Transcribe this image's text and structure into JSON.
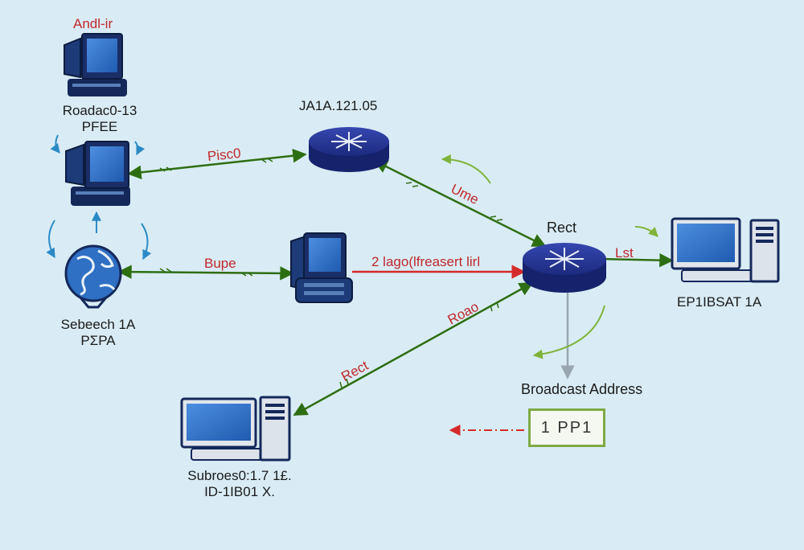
{
  "nodes": {
    "top_laptop": {
      "name": "Andl-ir",
      "label_line1": "Roadac0-13",
      "label_line2": "PFEE"
    },
    "globe": {
      "label_line1": "Sebeech 1A",
      "label_line2": "PΣPA"
    },
    "router_top": {
      "label": "JA1A.121.05"
    },
    "router_main": {
      "label": "Rect"
    },
    "desktop_right": {
      "label": "EP1IBSAT 1A"
    },
    "desktop_bottom": {
      "label_line1": "Subroes0:1.7 1£.",
      "label_line2": "ID-1IB01 Χ."
    }
  },
  "links": {
    "laptop_router_top": "Pisc0",
    "globe_terminal": "Bupe",
    "terminal_router_main": "2 lago(lfreasert lirl",
    "router_top_router_main": "Ume",
    "router_main_desktop_right": "Lst",
    "desktop_bottom_router_main_a": "Roao",
    "desktop_bottom_router_main_b": "Rect"
  },
  "broadcast": {
    "label": "Broadcast Address",
    "value": "1 PP1"
  },
  "colors": {
    "background": "#d9ecf5",
    "link_green": "#2e6e12",
    "link_red": "#d42a2a",
    "router_blue": "#1e2f8a",
    "screen_blue": "#2f6fc4"
  }
}
